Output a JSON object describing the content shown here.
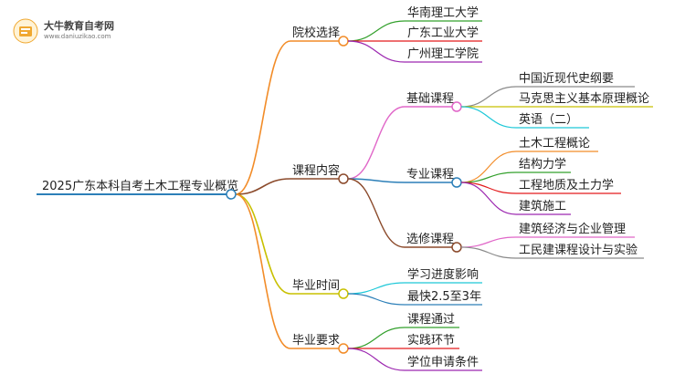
{
  "logo": {
    "title": "大牛教育自考网",
    "url": "www.daniuzikao.com"
  },
  "mindmap": {
    "root": "2025广东本科自考土木工程专业概览",
    "branches": [
      {
        "label": "院校选择",
        "color": "#f28c28",
        "children": [
          {
            "label": "华南理工大学",
            "color": "#33a02c"
          },
          {
            "label": "广东工业大学",
            "color": "#e31a1c"
          },
          {
            "label": "广州理工学院",
            "color": "#9c27b0"
          }
        ]
      },
      {
        "label": "课程内容",
        "color": "#8b4a2b",
        "children": [
          {
            "label": "基础课程",
            "color": "#e066c8",
            "children": [
              {
                "label": "中国近现代史纲要",
                "color": "#8a8a8a"
              },
              {
                "label": "马克思主义基本原理概论",
                "color": "#c8c000"
              },
              {
                "label": "英语（二）",
                "color": "#1ec8d8"
              }
            ]
          },
          {
            "label": "专业课程",
            "color": "#2c7fb8",
            "children": [
              {
                "label": "土木工程概论",
                "color": "#f28c28"
              },
              {
                "label": "结构力学",
                "color": "#33a02c"
              },
              {
                "label": "工程地质及土力学",
                "color": "#e31a1c"
              },
              {
                "label": "建筑施工",
                "color": "#9c27b0"
              }
            ]
          },
          {
            "label": "选修课程",
            "color": "#8b4a2b",
            "children": [
              {
                "label": "建筑经济与企业管理",
                "color": "#e066c8"
              },
              {
                "label": "工民建课程设计与实验",
                "color": "#8a8a8a"
              }
            ]
          }
        ]
      },
      {
        "label": "毕业时间",
        "color": "#c8c000",
        "children": [
          {
            "label": "学习进度影响",
            "color": "#1ec8d8"
          },
          {
            "label": "最快2.5至3年",
            "color": "#2c7fb8"
          }
        ]
      },
      {
        "label": "毕业要求",
        "color": "#f28c28",
        "children": [
          {
            "label": "课程通过",
            "color": "#33a02c"
          },
          {
            "label": "实践环节",
            "color": "#e31a1c"
          },
          {
            "label": "学位申请条件",
            "color": "#9c27b0"
          }
        ]
      }
    ]
  },
  "colors": {
    "root": "#2c7fb8"
  }
}
